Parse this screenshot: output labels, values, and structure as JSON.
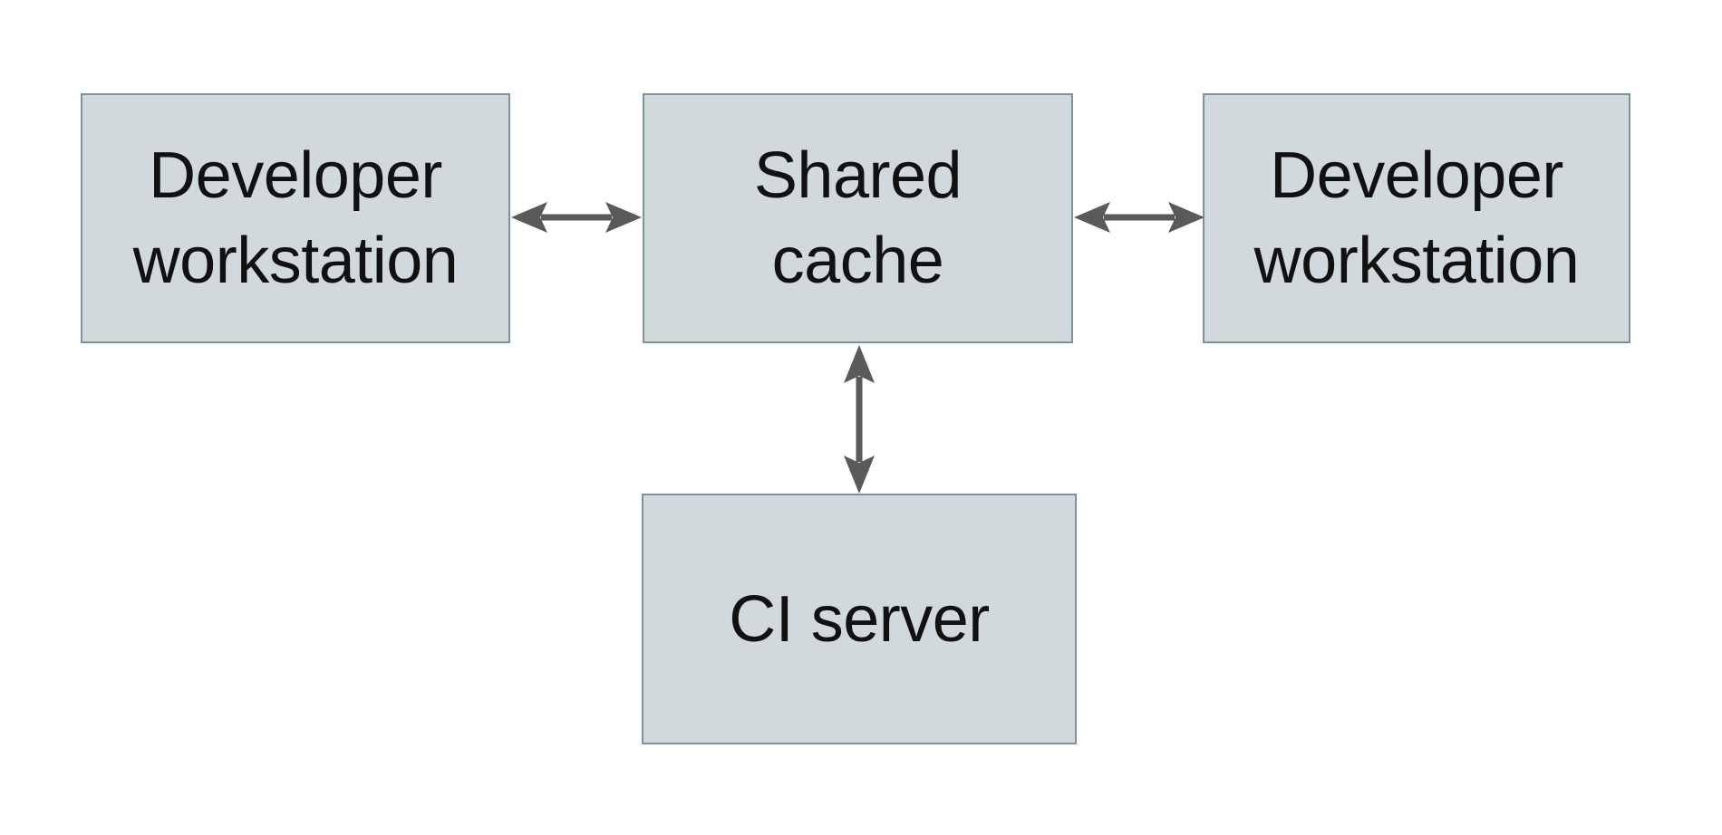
{
  "page": {
    "background": "#ffffff"
  },
  "diagram": {
    "type": "block-diagram",
    "colors": {
      "box_fill": "#d2d9dc",
      "box_border": "#7e929d",
      "arrow": "#595a5c",
      "text": "#111111"
    },
    "nodes": [
      {
        "id": "developer-workstation-left",
        "label": "Developer workstation",
        "lines": [
          "Developer",
          "workstation"
        ]
      },
      {
        "id": "shared-cache",
        "label": "Shared cache",
        "lines": [
          "Shared",
          "cache"
        ]
      },
      {
        "id": "developer-workstation-right",
        "label": "Developer workstation",
        "lines": [
          "Developer",
          "workstation"
        ]
      },
      {
        "id": "ci-server",
        "label": "CI server",
        "lines": [
          "CI server"
        ]
      }
    ],
    "edges": [
      {
        "from": "developer-workstation-left",
        "to": "shared-cache",
        "direction": "bidirectional",
        "orientation": "horizontal"
      },
      {
        "from": "shared-cache",
        "to": "developer-workstation-right",
        "direction": "bidirectional",
        "orientation": "horizontal"
      },
      {
        "from": "shared-cache",
        "to": "ci-server",
        "direction": "bidirectional",
        "orientation": "vertical"
      }
    ]
  }
}
